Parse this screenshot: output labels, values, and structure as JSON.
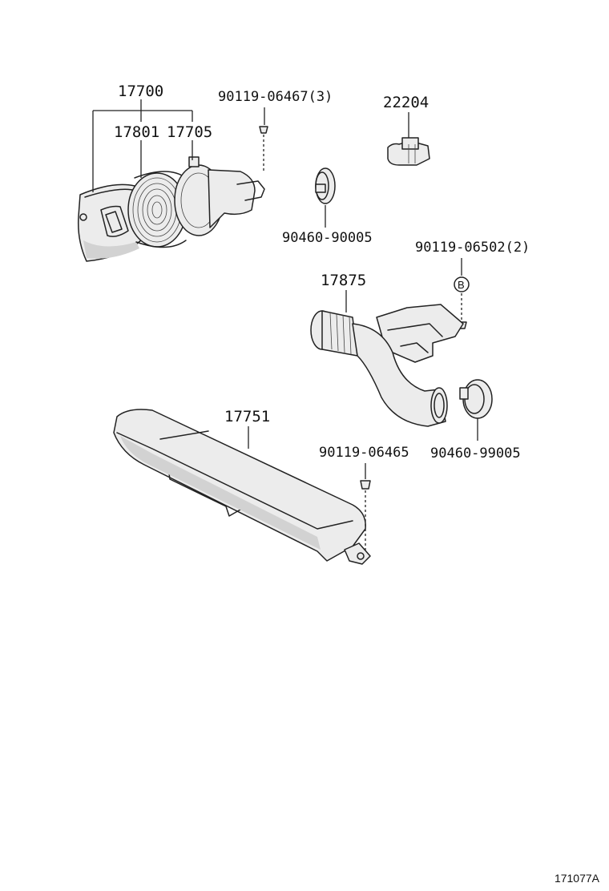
{
  "labels": {
    "air_cleaner_assy": "17700",
    "filter_element": "17801",
    "cleaner_cap": "17705",
    "bolt_3": "90119-06467(3)",
    "hose_clamp_1": "90460-90005",
    "vacuum_part": "22204",
    "bolt_2": "90119-06502(2)",
    "ref_b": "B",
    "inlet_hose": "17875",
    "inlet_duct": "17751",
    "bolt_single": "90119-06465",
    "hose_clamp_2": "90460-99005"
  },
  "figure_id": "171077A"
}
